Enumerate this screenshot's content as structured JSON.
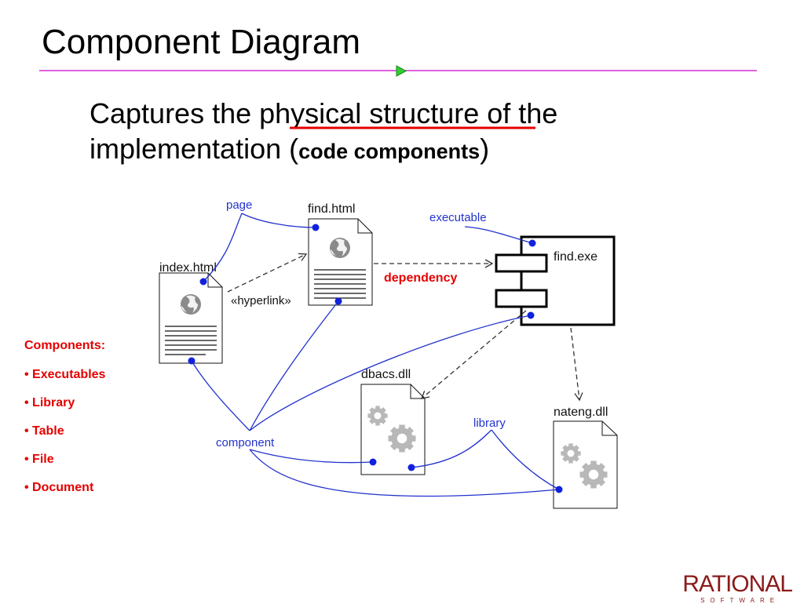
{
  "slide": {
    "title": "Component Diagram",
    "subtitle": {
      "prefix": "Captures the ",
      "highlight": "physical structure",
      "middle": " of the implementation (",
      "bold": "code components",
      "suffix": ")"
    }
  },
  "diagram": {
    "nodes": {
      "index_html": "index.html",
      "find_html": "find.html",
      "find_exe": "find.exe",
      "dbacs_dll": "dbacs.dll",
      "nateng_dll": "nateng.dll"
    },
    "annotations": {
      "page": "page",
      "executable": "executable",
      "hyperlink": "«hyperlink»",
      "dependency": "dependency",
      "component": "component",
      "library": "library"
    }
  },
  "components_list": {
    "heading": "Components:",
    "items": [
      "• Executables",
      "• Library",
      "• Table",
      "• File",
      "• Document"
    ]
  },
  "logo": {
    "brand": "RATIONAL",
    "tagline": "SOFTWARE"
  },
  "colors": {
    "accent_line": "#cc00cc",
    "annotation_blue": "#2233cc",
    "highlight_red": "#e60000",
    "logo": "#8b1a1a"
  }
}
